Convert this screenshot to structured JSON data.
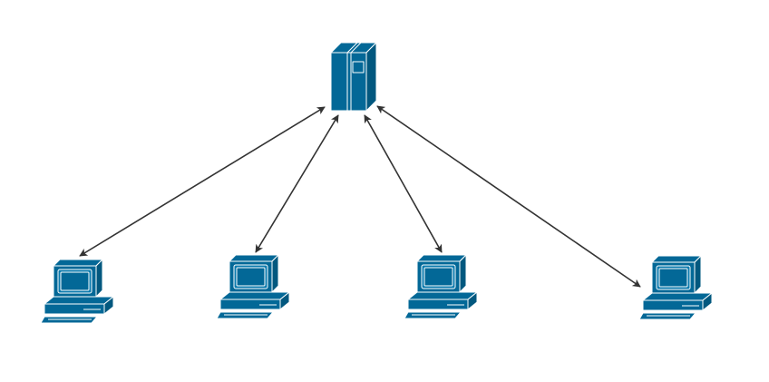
{
  "diagram": {
    "nodes": [
      {
        "id": "server",
        "icon": "server-tower-icon"
      },
      {
        "id": "pc1",
        "icon": "desktop-computer-icon"
      },
      {
        "id": "pc2",
        "icon": "desktop-computer-icon"
      },
      {
        "id": "pc3",
        "icon": "desktop-computer-icon"
      },
      {
        "id": "pc4",
        "icon": "desktop-computer-icon"
      }
    ],
    "links": [
      {
        "from": "server",
        "to": "pc1",
        "direction": "both"
      },
      {
        "from": "server",
        "to": "pc2",
        "direction": "both"
      },
      {
        "from": "server",
        "to": "pc3",
        "direction": "both"
      },
      {
        "from": "server",
        "to": "pc4",
        "direction": "both"
      }
    ]
  },
  "colors": {
    "background": "#ffffff",
    "icon_fill": "#036897",
    "icon_face": "#0a7aad",
    "icon_stroke": "#ffffff",
    "link": "#333333"
  }
}
